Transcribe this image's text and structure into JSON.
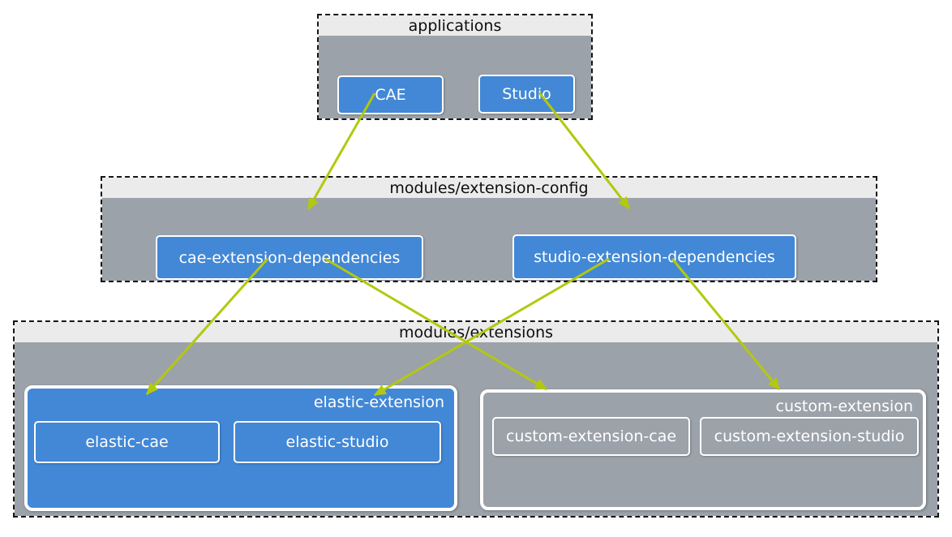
{
  "diagram": {
    "clusters": {
      "applications": {
        "title": "applications",
        "nodes": {
          "cae": "CAE",
          "studio": "Studio"
        }
      },
      "extension_config": {
        "title": "modules/extension-config",
        "nodes": {
          "cae_deps": "cae-extension-dependencies",
          "studio_deps": "studio-extension-dependencies"
        }
      },
      "extensions": {
        "title": "modules/extensions",
        "groups": {
          "elastic": {
            "label": "elastic-extension",
            "nodes": {
              "cae": "elastic-cae",
              "studio": "elastic-studio"
            }
          },
          "custom": {
            "label": "custom-extension",
            "nodes": {
              "cae": "custom-extension-cae",
              "studio": "custom-extension-studio"
            }
          }
        }
      }
    },
    "edges": [
      {
        "from": "CAE",
        "to": "cae-extension-dependencies"
      },
      {
        "from": "Studio",
        "to": "studio-extension-dependencies"
      },
      {
        "from": "cae-extension-dependencies",
        "to": "elastic-cae"
      },
      {
        "from": "cae-extension-dependencies",
        "to": "custom-extension-cae"
      },
      {
        "from": "studio-extension-dependencies",
        "to": "elastic-studio"
      },
      {
        "from": "studio-extension-dependencies",
        "to": "custom-extension-studio"
      }
    ],
    "colors": {
      "node_blue": "#4288d6",
      "cluster_body_gray": "#9ca2aa",
      "cluster_header_gray": "#ebebeb",
      "edge_green": "#b2c90e",
      "node_border_white": "#ffffff",
      "dashed_border_black": "#161616"
    }
  }
}
